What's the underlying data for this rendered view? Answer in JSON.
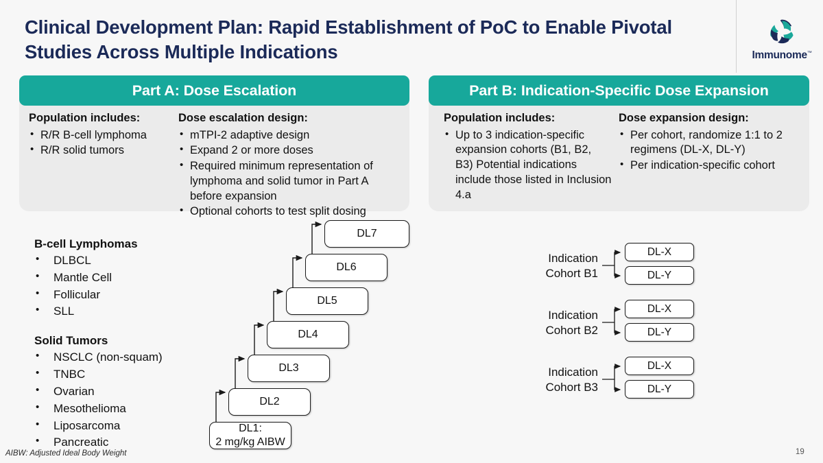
{
  "slide": {
    "title": "Clinical Development Plan: Rapid Establishment of PoC to Enable Pivotal Studies Across Multiple Indications",
    "background_color": "#f7f7f7",
    "title_color": "#1b2a58",
    "accent_color": "#17a89b",
    "panel_color": "#ebebeb",
    "page_number": "19",
    "footnote": "AIBW: Adjusted Ideal Body Weight"
  },
  "logo": {
    "name": "Immunome",
    "trademark": "™"
  },
  "part_a": {
    "header": "Part A: Dose Escalation",
    "col1": {
      "heading": "Population includes:",
      "items": [
        "R/R B-cell lymphoma",
        "R/R solid tumors"
      ]
    },
    "col2": {
      "heading": "Dose escalation design:",
      "items": [
        "mTPI-2 adaptive design",
        "Expand 2 or more doses",
        "Required minimum representation of lymphoma and solid tumor in Part A before expansion",
        "Optional cohorts to test split dosing"
      ]
    }
  },
  "part_b": {
    "header": "Part B: Indication-Specific Dose Expansion",
    "col1": {
      "heading": "Population includes:",
      "items": [
        "Up to 3 indication-specific expansion cohorts (B1, B2, B3) Potential indications include those listed in Inclusion 4.a"
      ]
    },
    "col2": {
      "heading": "Dose expansion design:",
      "items": [
        "Per cohort, randomize 1:1 to 2 regimens (DL-X, DL-Y)",
        "Per indication-specific cohort"
      ]
    }
  },
  "indications": [
    {
      "group": "B-cell Lymphomas",
      "items": [
        "DLBCL",
        "Mantle Cell",
        "Follicular",
        "SLL"
      ]
    },
    {
      "group": "Solid Tumors",
      "items": [
        "NSCLC (non-squam)",
        "TNBC",
        "Ovarian",
        "Mesothelioma",
        "Liposarcoma",
        "Pancreatic"
      ]
    }
  ],
  "dose_levels": [
    {
      "line1": "DL1:",
      "line2": "2 mg/kg AIBW"
    },
    {
      "line1": "DL2",
      "line2": ""
    },
    {
      "line1": "DL3",
      "line2": ""
    },
    {
      "line1": "DL4",
      "line2": ""
    },
    {
      "line1": "DL5",
      "line2": ""
    },
    {
      "line1": "DL6",
      "line2": ""
    },
    {
      "line1": "DL7",
      "line2": ""
    }
  ],
  "cohorts": [
    {
      "label_line1": "Indication",
      "label_line2": "Cohort B1",
      "arm_x": "DL-X",
      "arm_y": "DL-Y"
    },
    {
      "label_line1": "Indication",
      "label_line2": "Cohort B2",
      "arm_x": "DL-X",
      "arm_y": "DL-Y"
    },
    {
      "label_line1": "Indication",
      "label_line2": "Cohort B3",
      "arm_x": "DL-X",
      "arm_y": "DL-Y"
    }
  ]
}
